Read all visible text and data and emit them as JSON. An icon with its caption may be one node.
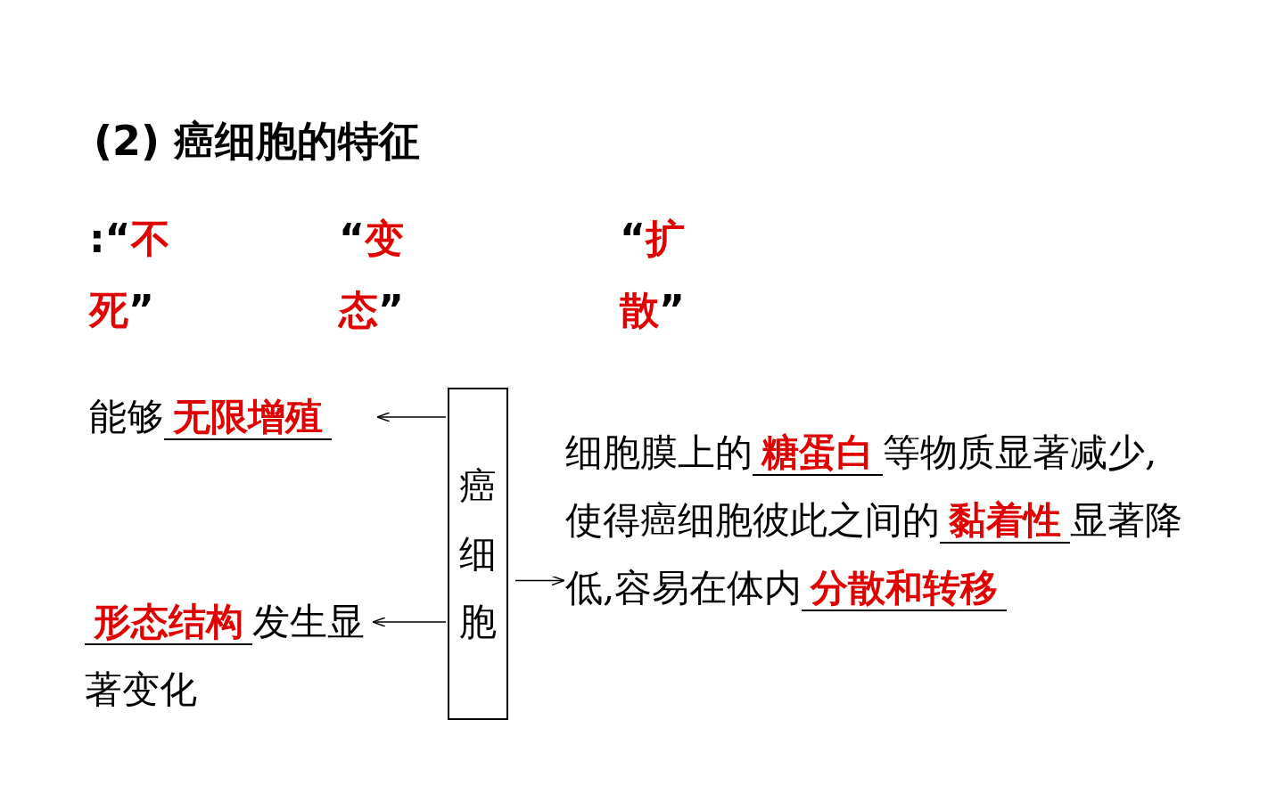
{
  "diagram": {
    "title": "(2) 癌细胞的特征",
    "nodes": [
      {
        "text": [
          "癌细胞"
        ]
      },
      {
        "text": [
          "能够**无限增殖**"
        ]
      },
      {
        "text": [
          "**形态结构**发生显著变化"
        ]
      },
      {
        "text": [
          "细胞膜上的**糖蛋白**等物质显著减少,使得癌细胞彼此之间的**黏着性**显著降低,容易在体内**分散和转移**"
        ]
      }
    ],
    "edges": [
      {
        "from": 0,
        "to": 1,
        "arrow": "to"
      },
      {
        "from": 0,
        "to": 2,
        "arrow": "to"
      },
      {
        "from": 0,
        "to": 3,
        "arrow": "to"
      }
    ],
    "labels": [
      ":“**不死**”",
      "“**变态**”",
      "“**扩散**”"
    ]
  }
}
